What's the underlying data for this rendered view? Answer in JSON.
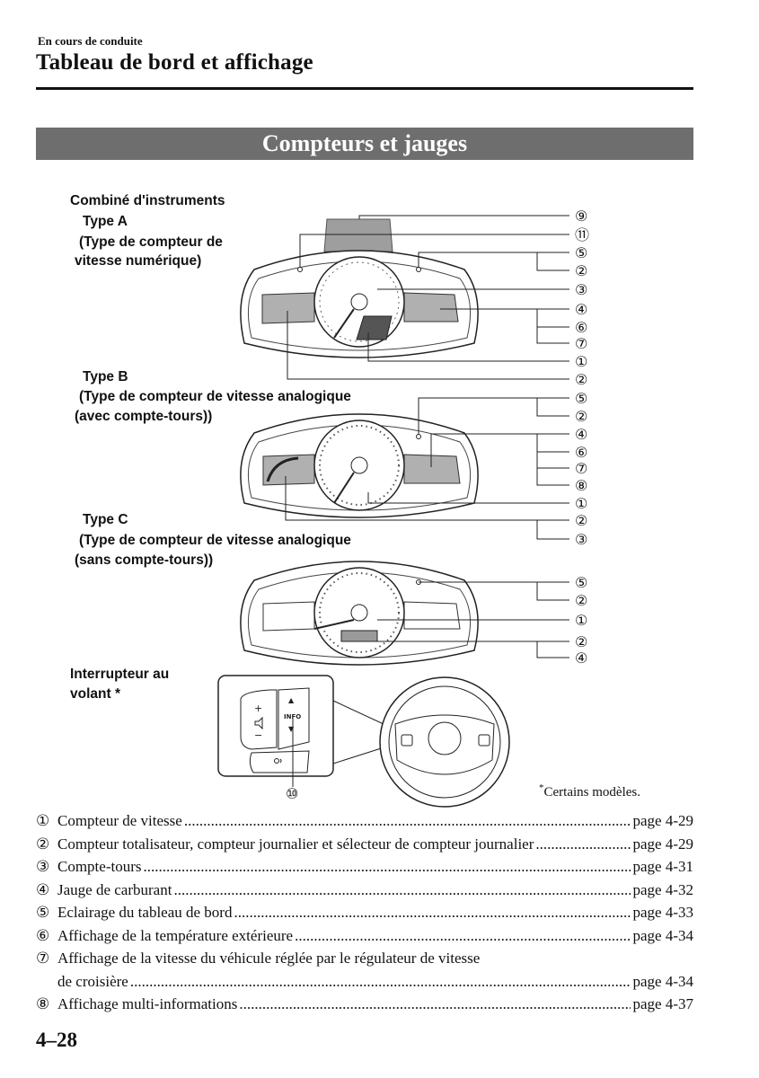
{
  "header": {
    "section": "En cours de conduite",
    "title": "Tableau de bord et affichage",
    "banner": "Compteurs et jauges"
  },
  "labels": {
    "combine": "Combiné d'instruments",
    "type_a": "Type A",
    "type_a_desc1": "(Type de compteur de",
    "type_a_desc2": "vitesse numérique)",
    "type_b": "Type B",
    "type_b_desc1": "(Type de compteur de vitesse analogique",
    "type_b_desc2": "(avec compte-tours))",
    "type_c": "Type C",
    "type_c_desc1": "(Type de compteur de vitesse analogique",
    "type_c_desc2": "(sans compte-tours))",
    "switch1": "Interrupteur au",
    "switch2": "volant ",
    "asterisk": "*",
    "caption": "Certains modèles."
  },
  "callouts": {
    "a": [
      "⑨",
      "⑪",
      "⑤",
      "②",
      "③",
      "④",
      "⑥",
      "⑦",
      "①",
      "②"
    ],
    "b": [
      "⑤",
      "②",
      "④",
      "⑥",
      "⑦",
      "⑧",
      "①",
      "②",
      "③"
    ],
    "c": [
      "⑤",
      "②",
      "①",
      "②",
      "④"
    ],
    "switch": "⑩"
  },
  "switch_panel": {
    "plus": "+",
    "minus": "−",
    "up": "▲",
    "down": "▼",
    "info": "INFO"
  },
  "toc": [
    {
      "num": "①",
      "text": "Compteur de vitesse",
      "page": "page 4-29"
    },
    {
      "num": "②",
      "text": "Compteur totalisateur, compteur journalier et sélecteur de compteur journalier",
      "page": "page 4-29"
    },
    {
      "num": "③",
      "text": "Compte-tours",
      "page": "page 4-31"
    },
    {
      "num": "④",
      "text": "Jauge de carburant",
      "page": "page 4-32"
    },
    {
      "num": "⑤",
      "text": "Eclairage du tableau de bord",
      "page": "page 4-33"
    },
    {
      "num": "⑥",
      "text": "Affichage de la température extérieure",
      "page": "page 4-34"
    },
    {
      "num": "⑦",
      "text": "Affichage de la vitesse du véhicule réglée par le régulateur de vitesse",
      "text2": "de croisière",
      "page": "page 4-34"
    },
    {
      "num": "⑧",
      "text": "Affichage multi-informations",
      "page": "page 4-37"
    }
  ],
  "footer": {
    "page_number": "4–28"
  }
}
